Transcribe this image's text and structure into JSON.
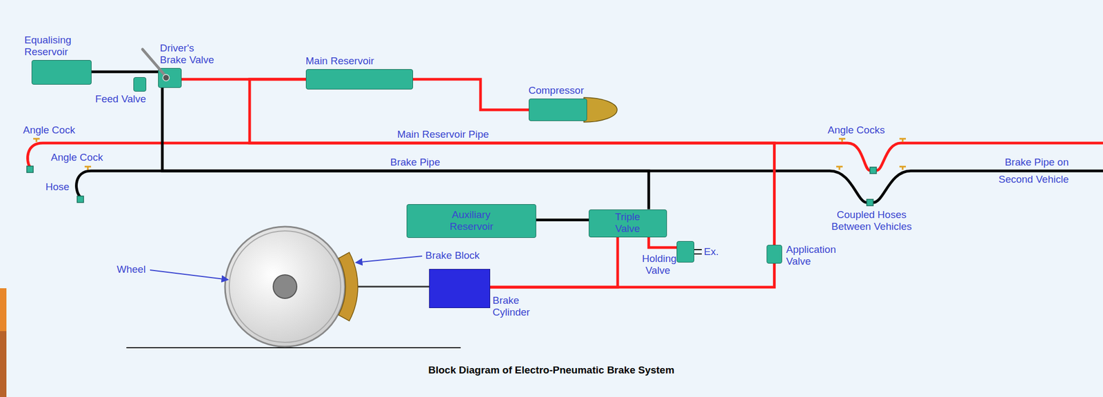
{
  "diagram": {
    "caption": "Block Diagram of Electro-Pneumatic Brake System",
    "nodes": [
      {
        "text": [
          "Equalising Reservoir"
        ]
      },
      {
        "text": [
          "Driver's Brake Valve"
        ]
      },
      {
        "text": [
          "Feed Valve"
        ]
      },
      {
        "text": [
          "Main Reservoir"
        ]
      },
      {
        "text": [
          "Compressor"
        ]
      },
      {
        "text": [
          "Auxiliary Reservoir"
        ]
      },
      {
        "text": [
          "Triple Valve"
        ]
      },
      {
        "text": [
          "Holding Valve"
        ]
      },
      {
        "text": [
          "Application Valve"
        ]
      },
      {
        "text": [
          "Brake Cylinder"
        ]
      }
    ],
    "edges": [
      {
        "from": 0,
        "to": 1,
        "arrow": "none"
      },
      {
        "from": 1,
        "to": 3,
        "arrow": "none"
      },
      {
        "from": 3,
        "to": 4,
        "arrow": "none"
      },
      {
        "from": 1,
        "to": 6,
        "arrow": "none"
      },
      {
        "from": 3,
        "to": 8,
        "arrow": "none"
      },
      {
        "from": 5,
        "to": 6,
        "arrow": "none"
      },
      {
        "from": 6,
        "to": 7,
        "arrow": "none"
      },
      {
        "from": 6,
        "to": 9,
        "arrow": "none"
      },
      {
        "from": 8,
        "to": 9,
        "arrow": "none"
      }
    ],
    "labels": [
      "Angle Cock",
      "Angle Cock",
      "Hose",
      "Main Reservoir Pipe",
      "Brake Pipe",
      "Angle Cocks",
      "Brake Pipe on Second Vehicle",
      "Coupled Hoses Between Vehicles",
      "Wheel",
      "Brake Block",
      "Ex."
    ]
  }
}
